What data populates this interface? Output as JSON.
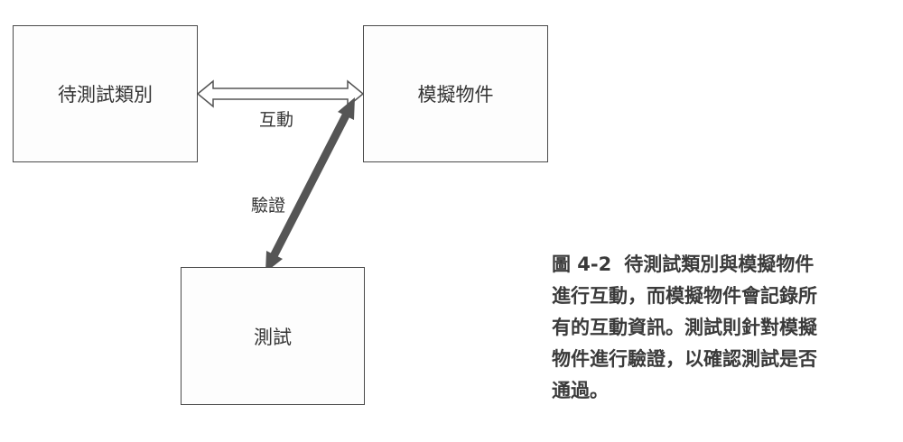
{
  "boxes": {
    "class_under_test": "待測試類別",
    "mock_object": "模擬物件",
    "test": "測試"
  },
  "edges": {
    "interaction_label": "互動",
    "verification_label": "驗證"
  },
  "caption": {
    "figure_number": "圖 4-2",
    "lines": [
      "待測試類別與模擬物件",
      "進行互動，而模擬物件會記錄所",
      "有的互動資訊。測試則針對模擬",
      "物件進行驗證，以確認測試是否",
      "通過。"
    ]
  },
  "colors": {
    "box_border": "#4a4a4a",
    "verify_arrow": "#555555",
    "interact_arrow_outline": "#555555",
    "text": "#333333"
  }
}
